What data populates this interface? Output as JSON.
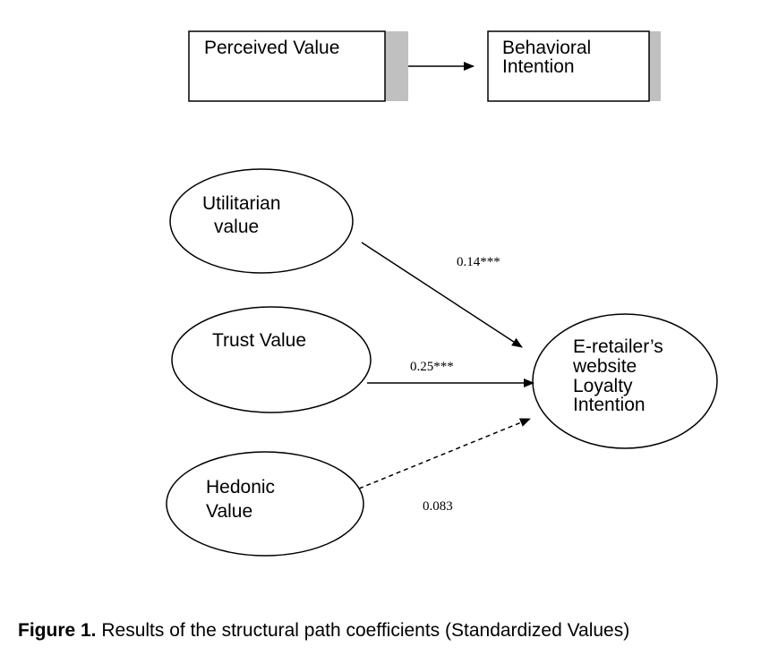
{
  "boxes": {
    "perceived_value": "Perceived Value",
    "behavioral_intention_line1": "Behavioral",
    "behavioral_intention_line2": "Intention"
  },
  "nodes": {
    "utilitarian_line1": "Utilitarian",
    "utilitarian_line2": "value",
    "trust": "Trust Value",
    "hedonic_line1": "Hedonic",
    "hedonic_line2": "Value",
    "loyalty_line1": "E-retailer’s",
    "loyalty_line2": "website",
    "loyalty_line3": "Loyalty",
    "loyalty_line4": "Intention"
  },
  "paths": {
    "utilitarian_coef": "0.14***",
    "trust_coef": "0.25***",
    "hedonic_coef": "0.083"
  },
  "caption": {
    "label": "Figure 1.",
    "text": " Results of the structural path coefficients (Standardized Values)"
  }
}
